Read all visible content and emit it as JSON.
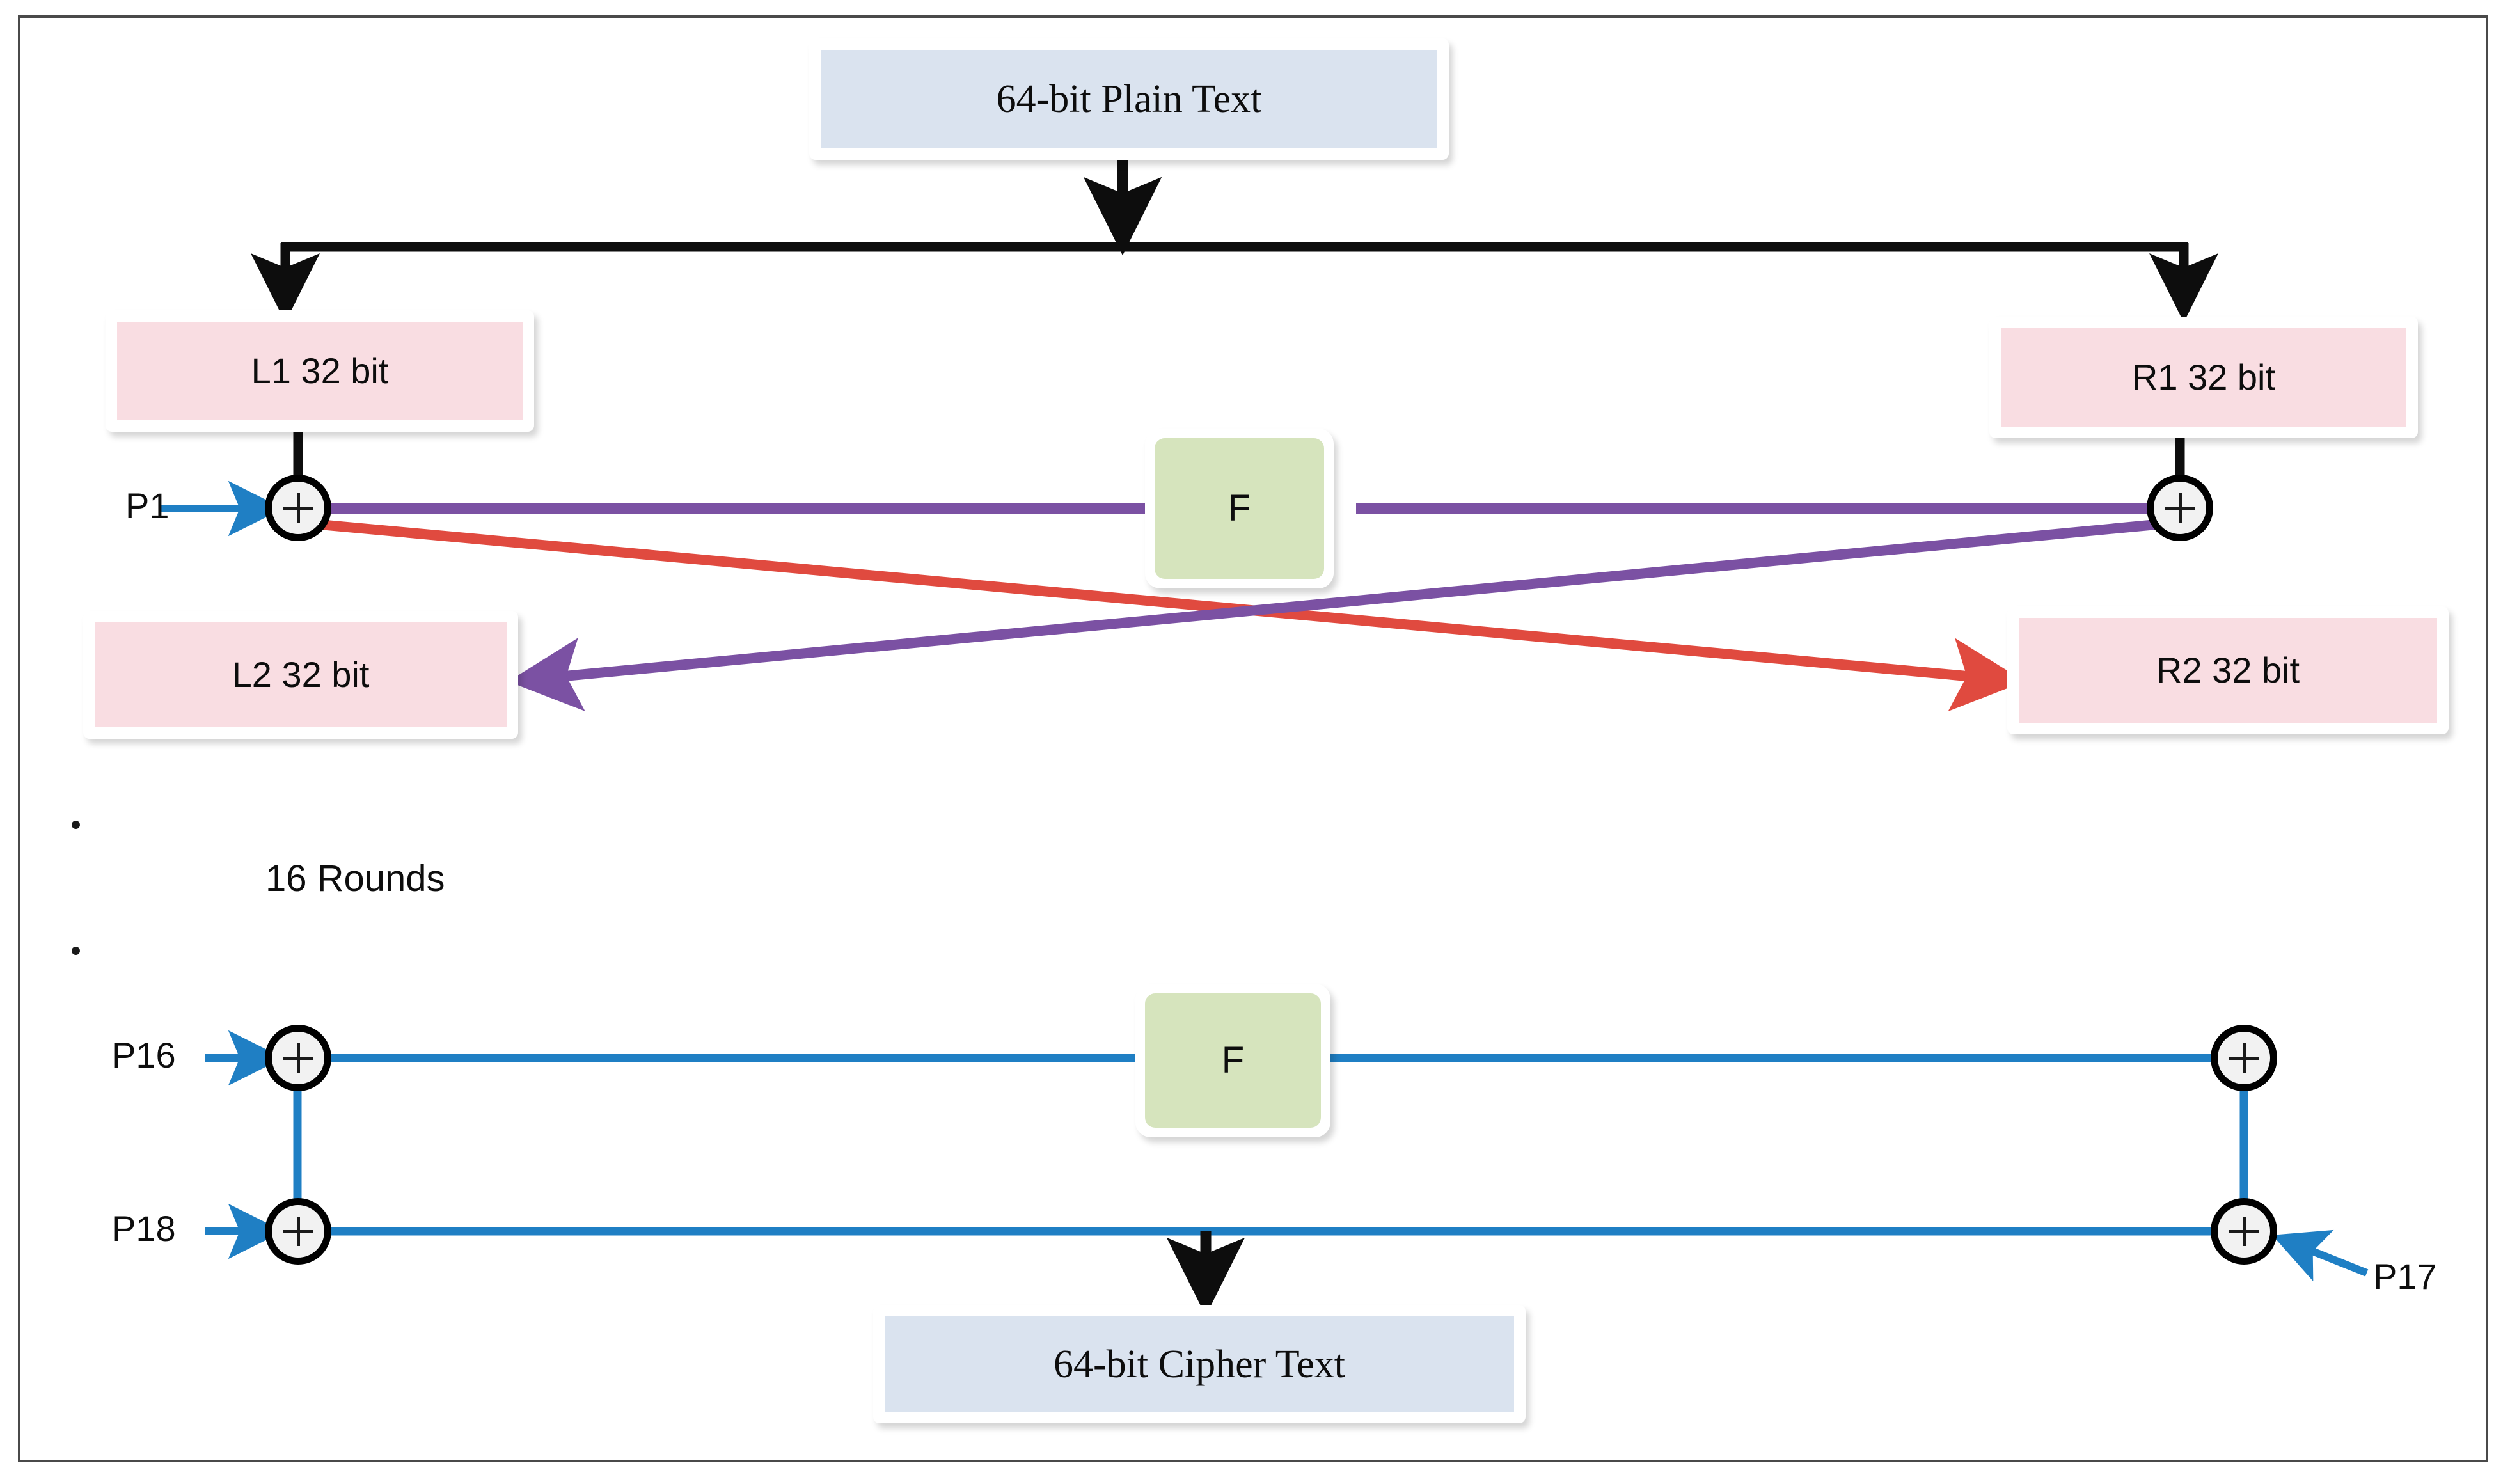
{
  "diagram": {
    "title": "Feistel / DES round structure",
    "colors": {
      "plaintext_fill": "#dae3ef",
      "halfblock_fill": "#f9dde2",
      "function_fill": "#d6e4bd",
      "black_wire": "#0d0d0d",
      "blue_wire": "#1f7fc4",
      "purple_wire": "#7b51a3",
      "red_wire": "#e04a3f",
      "frame_border": "#4a4a4a",
      "page_background": "#ffffff"
    },
    "nodes": {
      "plain_text": {
        "label": "64-bit Plain Text"
      },
      "left_half_1": {
        "label": "L1 32 bit"
      },
      "right_half_1": {
        "label": "R1 32 bit"
      },
      "left_half_2": {
        "label": "L2 32 bit"
      },
      "right_half_2": {
        "label": "R2 32 bit"
      },
      "function_round_1": {
        "label": "F"
      },
      "function_round_16": {
        "label": "F"
      },
      "cipher_text": {
        "label": "64-bit Cipher Text"
      }
    },
    "subkeys": {
      "p1": {
        "label": "P1"
      },
      "p16": {
        "label": "P16"
      },
      "p17": {
        "label": "P17"
      },
      "p18": {
        "label": "P18"
      }
    },
    "annotations": {
      "rounds": {
        "label": "16 Rounds"
      },
      "ellipsis_top": {
        "label": "."
      },
      "ellipsis_bottom": {
        "label": "."
      }
    },
    "xor_nodes": [
      {
        "name": "xor-round1-left"
      },
      {
        "name": "xor-round1-right"
      },
      {
        "name": "xor-round16-left"
      },
      {
        "name": "xor-round16-right"
      },
      {
        "name": "xor-final-left"
      },
      {
        "name": "xor-final-right"
      }
    ]
  }
}
